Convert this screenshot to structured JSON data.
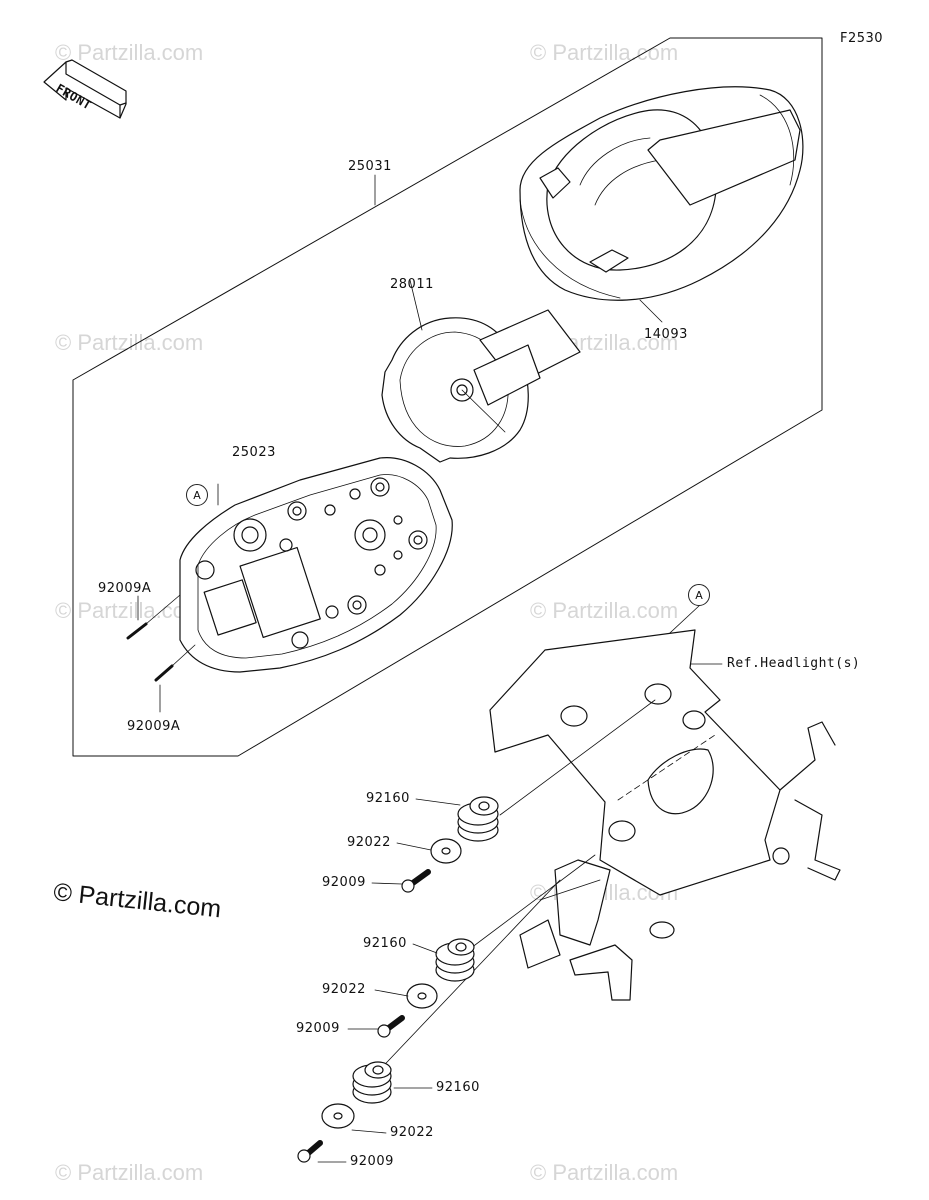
{
  "figure_code": "F2530",
  "direction_label": "FRONT",
  "parts": {
    "meter_assembly": "25031",
    "meter_case": "14093",
    "dial_plate": "28011",
    "meter_housing": "25023",
    "screw_upper": "92009A",
    "screw_lower": "92009A",
    "damper_1": "92160",
    "washer_1": "92022",
    "bolt_1": "92009",
    "damper_2": "92160",
    "washer_2": "92022",
    "bolt_2": "92009",
    "damper_3": "92160",
    "washer_3": "92022",
    "bolt_3": "92009"
  },
  "reference_label": "Ref.Headlight(s)",
  "callouts": {
    "left": "A",
    "right": "A"
  },
  "watermark": "© Partzilla.com",
  "copyright": "© Partzilla.com",
  "icons": [
    "front-arrow-icon"
  ]
}
